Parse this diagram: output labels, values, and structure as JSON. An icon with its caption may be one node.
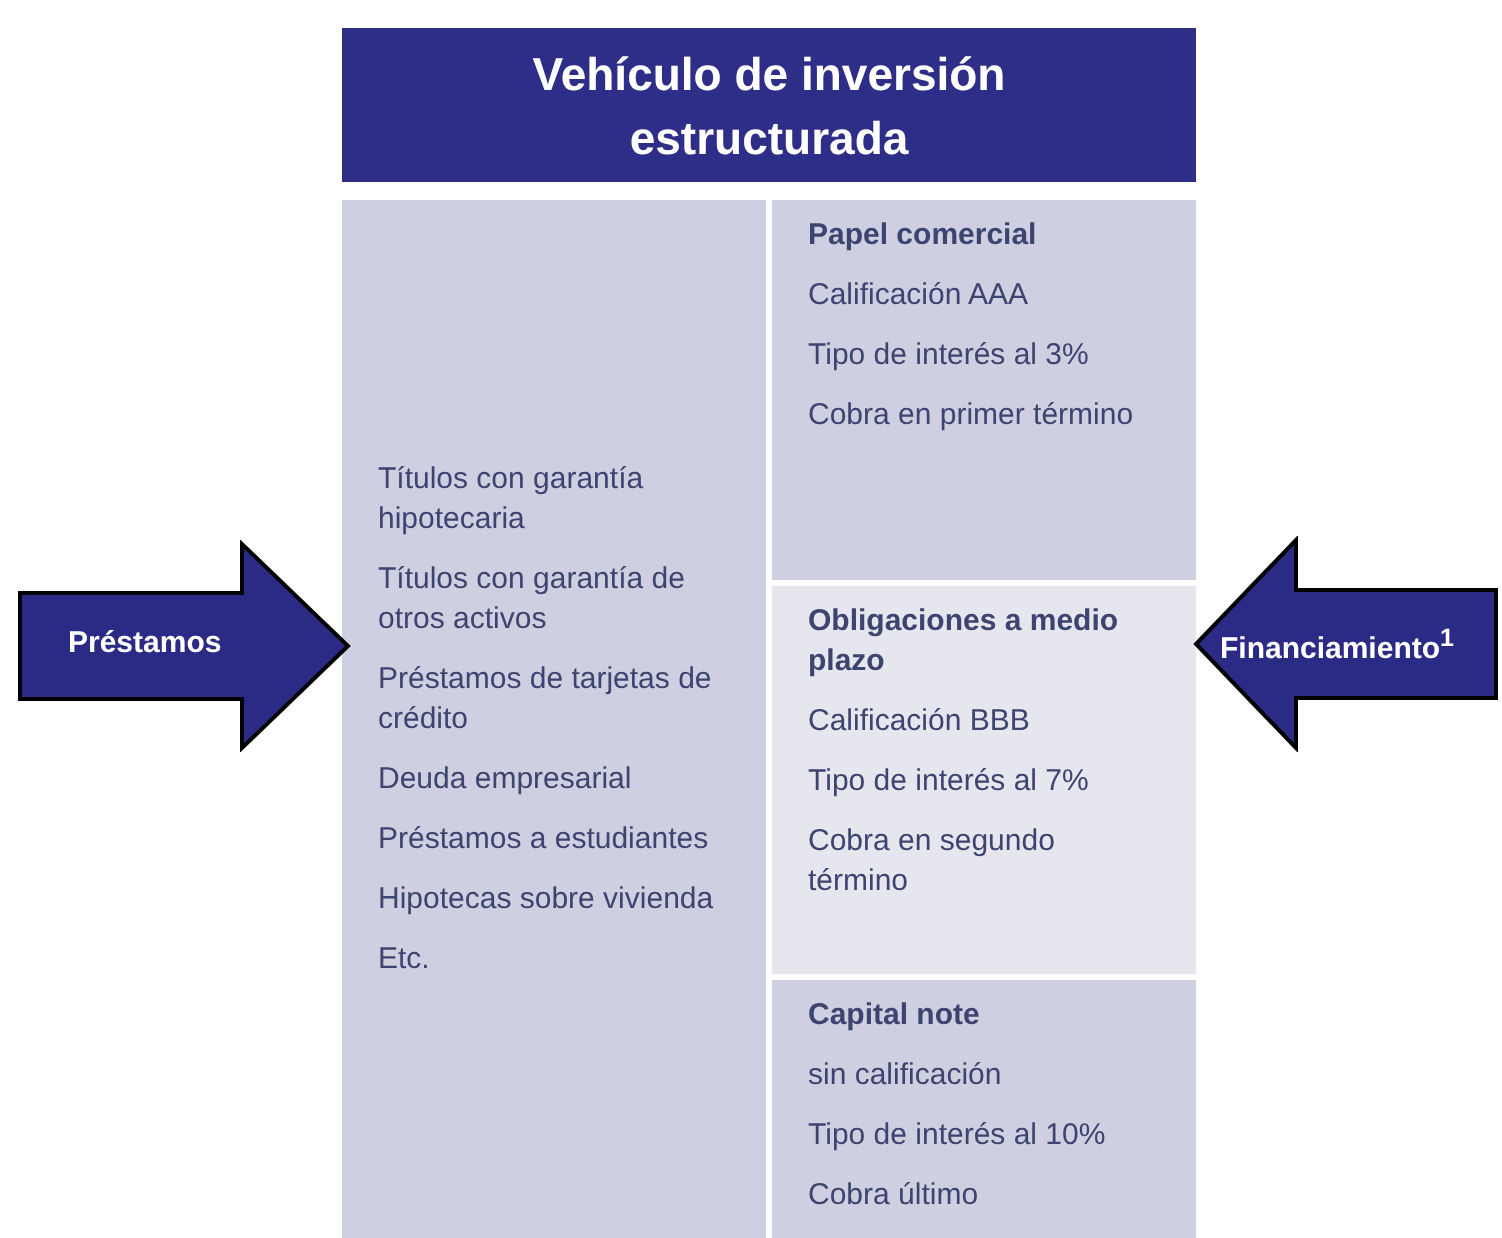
{
  "diagram": {
    "nodes": [
      {
        "text": [
          "Vehículo de inversión estructurada"
        ]
      },
      {
        "text": [
          "Títulos con garantía hipotecaria",
          "Títulos con garantía de otros activos",
          "Préstamos de tarjetas de crédito",
          "Deuda empresarial",
          "Préstamos a estudiantes",
          "Hipotecas sobre vivienda",
          "Etc."
        ]
      },
      {
        "text": [
          "Papel comercial",
          "Calificación AAA",
          "Tipo de interés al 3%",
          "Cobra en primer término"
        ]
      },
      {
        "text": [
          "Obligaciones a medio plazo",
          "Calificación BBB",
          "Tipo de interés al 7%",
          "Cobra en segundo término"
        ]
      },
      {
        "text": [
          "Capital note",
          "sin calificación",
          "Tipo de interés al 10%",
          "Cobra último"
        ]
      },
      {
        "text": [
          "Préstamos"
        ]
      },
      {
        "text": [
          "Financiamiento$^{1}$"
        ]
      }
    ]
  }
}
